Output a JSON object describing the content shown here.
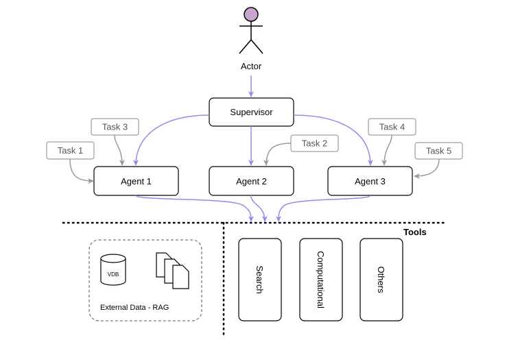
{
  "actor": {
    "label": "Actor"
  },
  "supervisor": {
    "label": "Supervisor"
  },
  "agents": [
    {
      "label": "Agent 1"
    },
    {
      "label": "Agent 2"
    },
    {
      "label": "Agent 3"
    }
  ],
  "tasks": [
    {
      "label": "Task 1"
    },
    {
      "label": "Task 2"
    },
    {
      "label": "Task 3"
    },
    {
      "label": "Task 4"
    },
    {
      "label": "Task 5"
    }
  ],
  "external_data": {
    "label": "External Data - RAG",
    "db_label": "VDB"
  },
  "tools": {
    "label": "Tools",
    "items": [
      {
        "label": "Search"
      },
      {
        "label": "Computational"
      },
      {
        "label": "Others"
      }
    ]
  },
  "colors": {
    "flow_arrow": "#8e8ee6",
    "task_arrow": "#999999",
    "task_border": "#8a8a8a",
    "task_text": "#555555",
    "actor_head": "#c9a6d1"
  }
}
